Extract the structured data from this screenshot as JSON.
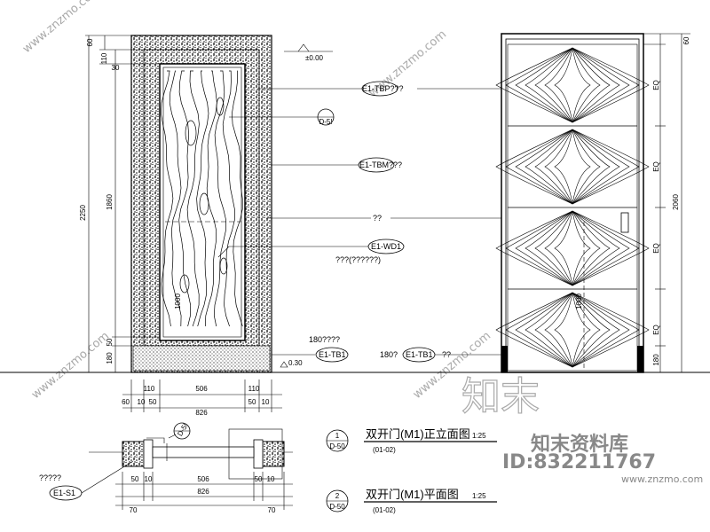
{
  "dims": {
    "left_h_total": "2250",
    "left_h_panel": "1860",
    "left_h_bottom": "180",
    "left_h_50": "50",
    "left_top_60": "60",
    "left_top_110": "110",
    "left_top_30": "30",
    "left_bottom_row": [
      "60",
      "10",
      "50",
      "506",
      "50",
      "10"
    ],
    "left_bottom_110a": "110",
    "left_bottom_110b": "110",
    "left_total_826": "826",
    "left_handle_1000": "1000",
    "right_eq": [
      "EQ",
      "EQ",
      "EQ",
      "EQ"
    ],
    "right_h_2060": "2060",
    "right_h_180": "180",
    "right_top_60": "60",
    "right_handle_1000": "1000",
    "plan_row": [
      "50",
      "10",
      "506",
      "50",
      "10"
    ],
    "plan_826": "826",
    "plan_70a": "70",
    "plan_70b": "70"
  },
  "labels": {
    "level_mark": "±0.00",
    "level_030": "0.30",
    "tbp": "E1-TBP???",
    "circle_d5": "D-5!",
    "tbm": "E1-TBM???",
    "qq": "??",
    "wd1": "E1-WD1",
    "wd1_note": "???(??????)",
    "note_180_left": "180????",
    "tb1_left": "E1-TB1",
    "note_180_right": "180?",
    "tb1_right": "E1-TB1",
    "qq_right": "??",
    "plan_left_note": "?????",
    "plan_left_tag": "E1-S1",
    "plan_circle": "D-5!"
  },
  "titles": [
    {
      "num": "1",
      "sub": "D-50",
      "text": "双开门(M1)正立面图",
      "scale": "1:25",
      "note": "(01-02)"
    },
    {
      "num": "2",
      "sub": "D-50",
      "text": "双开门(M1)平面图",
      "scale": "1:25",
      "note": "(01-02)"
    }
  ],
  "watermark": {
    "site": "www.znzmo.com",
    "brand_cn": "知末",
    "brand_lib": "知末资料库",
    "id": "ID:832211767"
  }
}
